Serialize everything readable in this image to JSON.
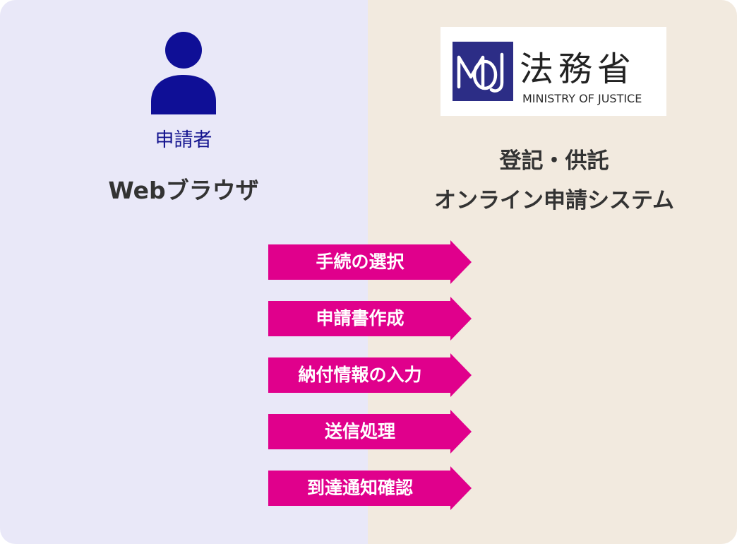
{
  "left_panel": {
    "applicant_label": "申請者",
    "browser_label": "Webブラウザ",
    "person_icon": "person-icon",
    "background_color": "#e9e8f8",
    "icon_color": "#0f0f96"
  },
  "right_panel": {
    "logo": {
      "emblem_text": "MOJ",
      "kanji": "法務省",
      "english": "MINISTRY OF JUSTICE",
      "emblem_color": "#2c2d86"
    },
    "system_name_line1": "登記・供託",
    "system_name_line2": "オンライン申請システム",
    "background_color": "#f2eadf"
  },
  "steps": [
    {
      "label": "手続の選択"
    },
    {
      "label": "申請書作成"
    },
    {
      "label": "納付情報の入力"
    },
    {
      "label": "送信処理"
    },
    {
      "label": "到達通知確認"
    }
  ],
  "arrow_color": "#e0008c"
}
